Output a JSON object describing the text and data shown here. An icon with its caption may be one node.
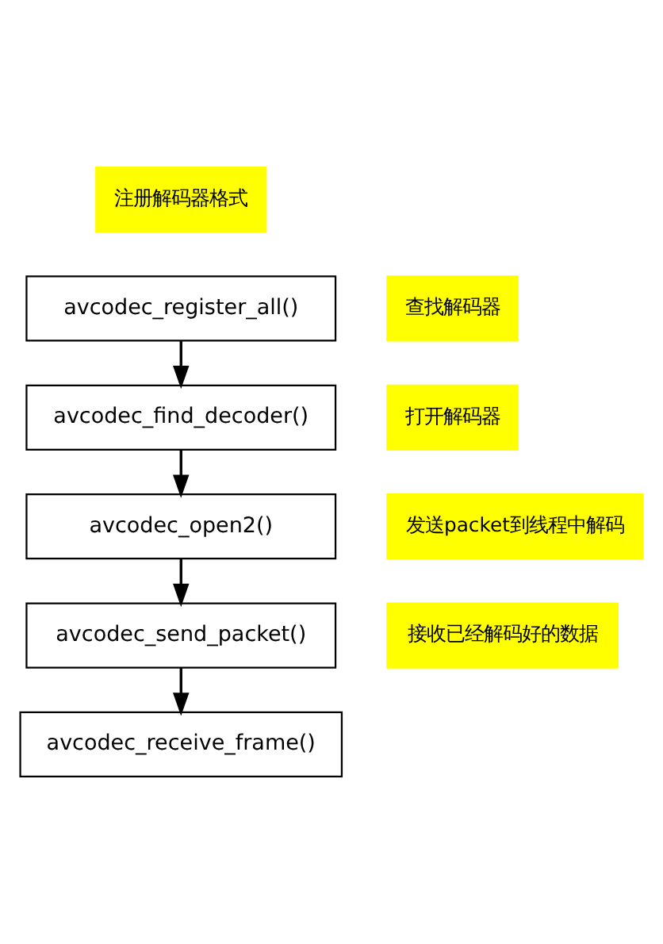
{
  "diagram": {
    "nodes": [
      {
        "text": [
          "注册解码器格式"
        ]
      },
      {
        "text": [
          "avcodec_register_all()"
        ]
      },
      {
        "text": [
          "查找解码器"
        ]
      },
      {
        "text": [
          "avcodec_find_decoder()"
        ]
      },
      {
        "text": [
          "打开解码器"
        ]
      },
      {
        "text": [
          "avcodec_open2()"
        ]
      },
      {
        "text": [
          "发送packet到线程中解码"
        ]
      },
      {
        "text": [
          "avcodec_send_packet()"
        ]
      },
      {
        "text": [
          "接收已经解码好的数据"
        ]
      },
      {
        "text": [
          "avcodec_receive_frame()"
        ]
      }
    ],
    "edges": [
      {
        "from": 1,
        "to": 3,
        "arrow": "to"
      },
      {
        "from": 3,
        "to": 5,
        "arrow": "to"
      },
      {
        "from": 5,
        "to": 7,
        "arrow": "to"
      },
      {
        "from": 7,
        "to": 9,
        "arrow": "to"
      }
    ]
  }
}
